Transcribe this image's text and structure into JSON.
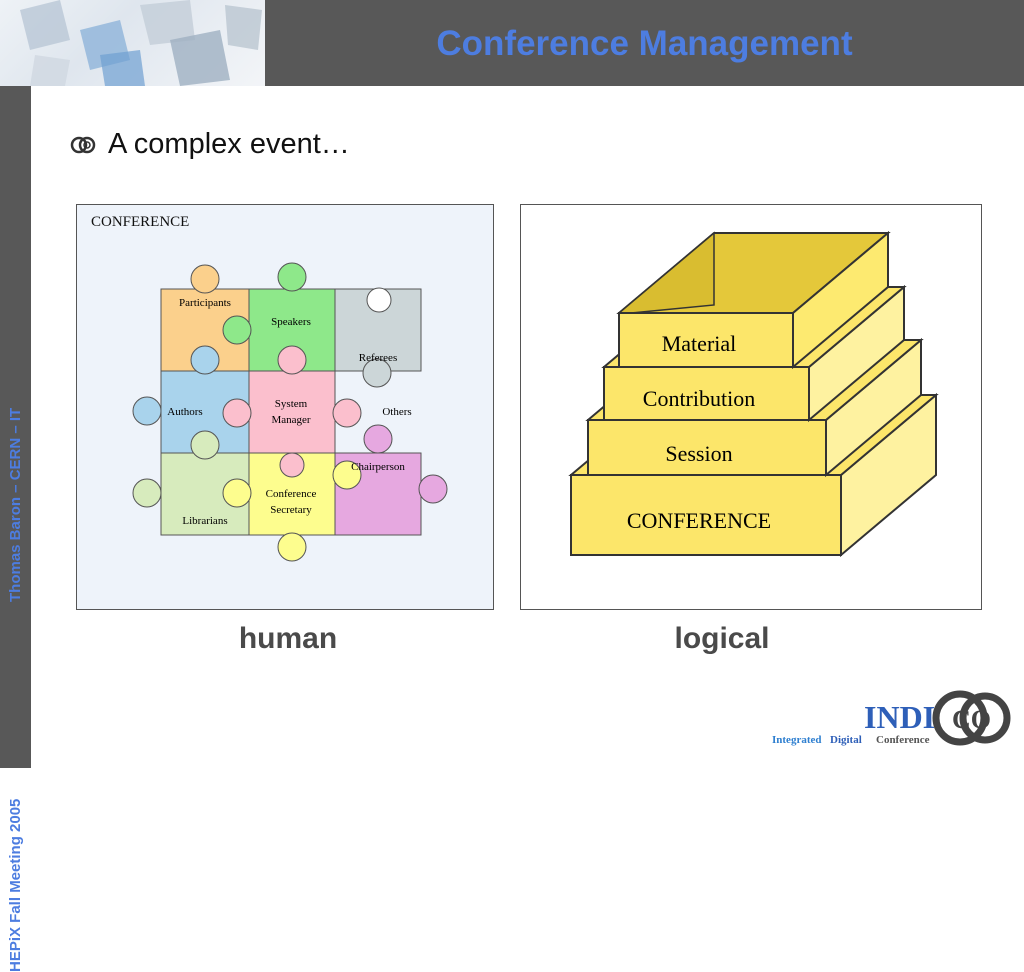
{
  "slide": {
    "title": "Conference Management",
    "side_author": "Thomas Baron – CERN – IT",
    "side_meeting": "HEPiX Fall Meeting 2005"
  },
  "bullet": {
    "text": "A complex event…",
    "icon": "indico-co-bullet-icon"
  },
  "puzzle": {
    "heading": "CONFERENCE",
    "pieces": {
      "participants": "Participants",
      "speakers": "Speakers",
      "referees": "Referees",
      "authors": "Authors",
      "system_1": "System",
      "system_2": "Manager",
      "others": "Others",
      "chairperson": "Chairperson",
      "librarians": "Librarians",
      "secretary_1": "Conference",
      "secretary_2": "Secretary"
    }
  },
  "stack": {
    "levels": [
      "Material",
      "Contribution",
      "Session",
      "CONFERENCE"
    ]
  },
  "captions": {
    "human": "human",
    "logical": "logical"
  },
  "logo": {
    "indi": "INDI",
    "co": "CO",
    "tag1": "Integrated",
    "tag2": "Digital",
    "tag3": "Conference"
  },
  "colors": {
    "title_blue": "#4d7de0",
    "bar_gray": "#585858",
    "participants": "#fbd08c",
    "speakers": "#8ee88a",
    "referees": "#ccd6d8",
    "authors": "#a9d3ec",
    "system": "#fbbfcd",
    "chairperson": "#e6a8e0",
    "librarians": "#d7ebbd",
    "secretary": "#fdfd8e",
    "box_yellow": "#fce66a"
  }
}
